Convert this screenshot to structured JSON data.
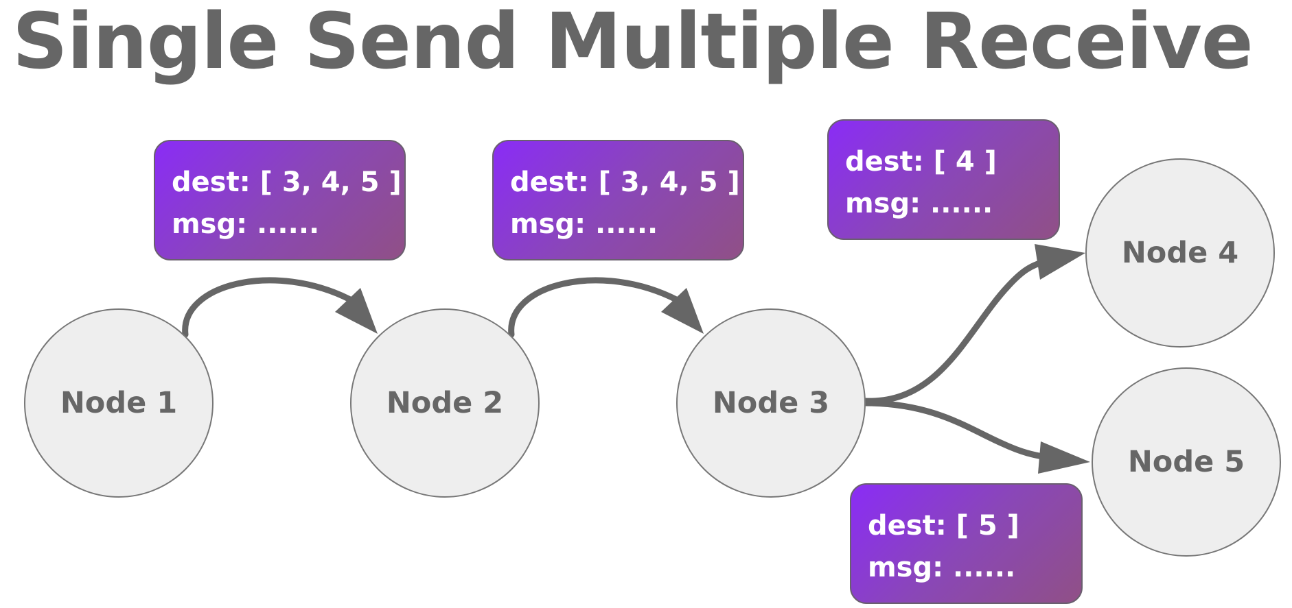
{
  "title": "Single Send Multiple Receive",
  "colors": {
    "text": "#666666",
    "node_fill": "#eeeeee",
    "node_stroke": "#777777",
    "arrow": "#666666",
    "box_gradient_start": "#8a2cf6",
    "box_gradient_end": "#905086",
    "box_text": "#ffffff"
  },
  "nodes": [
    {
      "id": "node1",
      "label": "Node 1"
    },
    {
      "id": "node2",
      "label": "Node 2"
    },
    {
      "id": "node3",
      "label": "Node 3"
    },
    {
      "id": "node4",
      "label": "Node 4"
    },
    {
      "id": "node5",
      "label": "Node 5"
    }
  ],
  "messages": [
    {
      "dest": "dest: [ 3, 4, 5 ]",
      "msg": "msg: ......"
    },
    {
      "dest": "dest: [ 3, 4, 5 ]",
      "msg": "msg: ......"
    },
    {
      "dest": "dest: [ 4 ]",
      "msg": "msg: ......"
    },
    {
      "dest": "dest: [ 5 ]",
      "msg": "msg: ......"
    }
  ],
  "edges": [
    {
      "from": "node1",
      "to": "node2"
    },
    {
      "from": "node2",
      "to": "node3"
    },
    {
      "from": "node3",
      "to": "node4"
    },
    {
      "from": "node3",
      "to": "node5"
    }
  ]
}
